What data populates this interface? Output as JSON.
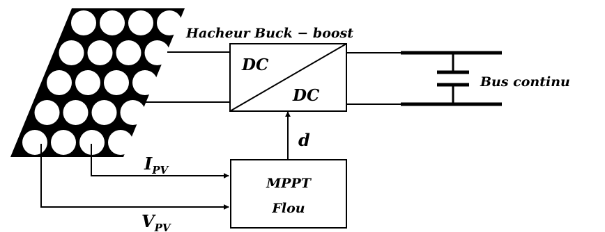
{
  "converter": {
    "title": "Hacheur Buck − boost",
    "input_label": "DC",
    "output_label": "DC"
  },
  "bus": {
    "label": "Bus continu"
  },
  "duty": {
    "label": "d"
  },
  "controller": {
    "line1": "MPPT",
    "line2": "Flou"
  },
  "signals": {
    "current": {
      "symbol": "I",
      "subscript": "PV"
    },
    "voltage": {
      "symbol": "V",
      "subscript": "PV"
    }
  },
  "pv_panel": {
    "rows": 5,
    "cols": 4
  }
}
